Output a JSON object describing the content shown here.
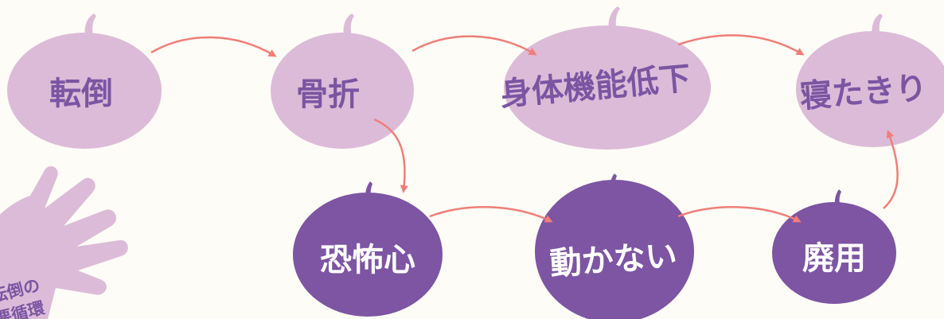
{
  "colors": {
    "background": "#fdfcf6",
    "light_node": "#dcbbd8",
    "dark_node": "#7d55a2",
    "arrow": "#f07e78",
    "light_text": "#7b55a2",
    "dark_text": "#ffffff"
  },
  "nodes": {
    "tentou": "転倒",
    "kossetsu": "骨折",
    "shintai": "身体機能低下",
    "netakiri": "寝たきり",
    "kyoufu": "恐怖心",
    "ugokanai": "動かない",
    "haiyou": "廃用"
  },
  "hand_caption": {
    "line1": "転倒の",
    "line2": "悪循環"
  },
  "flows": [
    {
      "from": "転倒",
      "to": "骨折"
    },
    {
      "from": "骨折",
      "to": "身体機能低下"
    },
    {
      "from": "身体機能低下",
      "to": "寝たきり"
    },
    {
      "from": "骨折",
      "to": "恐怖心"
    },
    {
      "from": "恐怖心",
      "to": "動かない"
    },
    {
      "from": "動かない",
      "to": "廃用"
    },
    {
      "from": "廃用",
      "to": "寝たきり"
    }
  ]
}
